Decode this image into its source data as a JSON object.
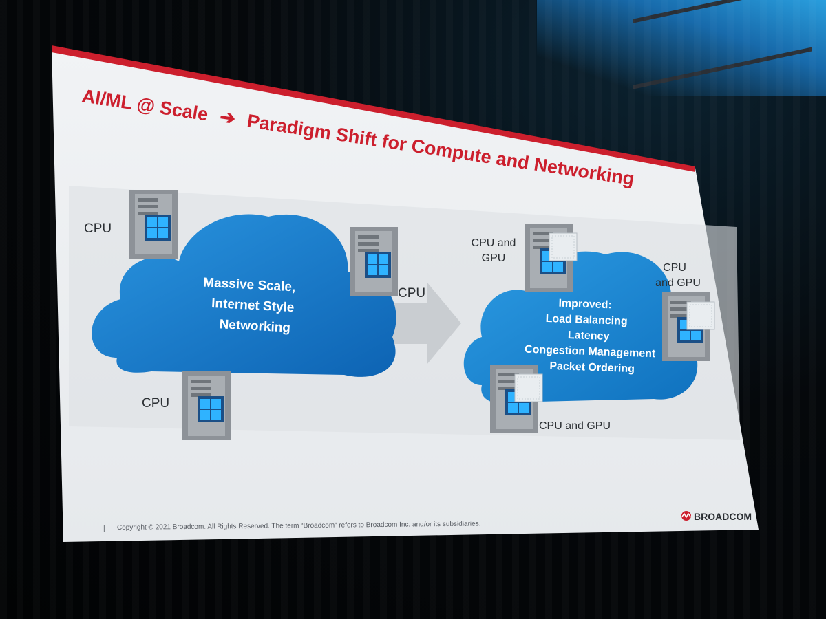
{
  "slide": {
    "title": "AI/ML @ Scale",
    "title_arrow": "➔",
    "title_rest": "Paradigm Shift for Compute and Networking",
    "left_cloud_lines": [
      "Massive Scale,",
      "Internet Style",
      "Networking"
    ],
    "right_cloud_lines": [
      "Improved:",
      "Load Balancing",
      "Latency",
      "Congestion Management",
      "Packet Ordering"
    ],
    "labels": {
      "cpu_top_left": "CPU",
      "cpu_mid": "CPU",
      "cpu_bottom": "CPU",
      "cpu_gpu_top": [
        "CPU and",
        "GPU"
      ],
      "cpu_gpu_right": [
        "CPU",
        "and GPU"
      ],
      "cpu_gpu_bottom": "CPU and GPU"
    },
    "footer": {
      "separator": "|",
      "copyright": "Copyright © 2021 Broadcom.  All Rights Reserved. The term “Broadcom” refers to Broadcom Inc. and/or its subsidiaries."
    },
    "logo_text": "BROADCOM"
  },
  "colors": {
    "accent_red": "#cc1f2d",
    "cloud_blue": "#1a7fd0",
    "slide_bg": "#e9ecef"
  }
}
